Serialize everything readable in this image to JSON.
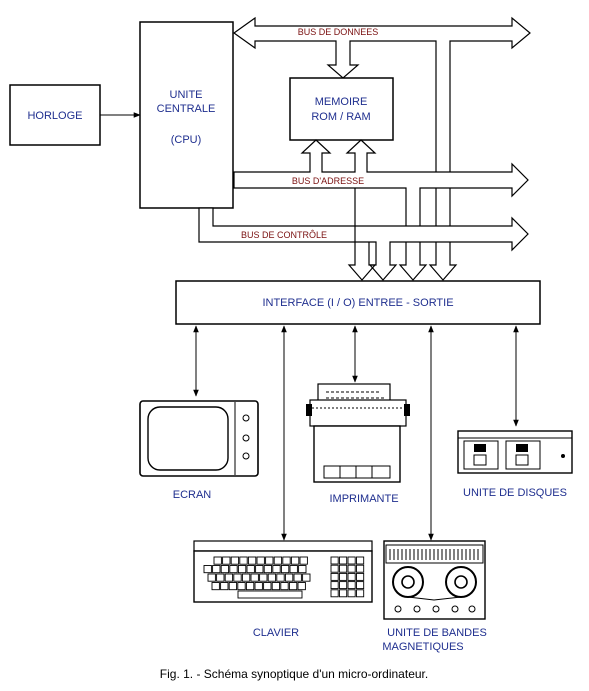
{
  "labels": {
    "horloge": "HORLOGE",
    "cpu_line1": "UNITE",
    "cpu_line2": "CENTRALE",
    "cpu_line3": "(CPU)",
    "memory_line1": "MEMOIRE",
    "memory_line2": "ROM / RAM",
    "bus_data": "BUS DE DONNEES",
    "bus_address": "BUS D'ADRESSE",
    "bus_control": "BUS DE CONTRÔLE",
    "interface": "INTERFACE (I / O) ENTREE - SORTIE",
    "screen": "ECRAN",
    "printer": "IMPRIMANTE",
    "disk_unit": "UNITE DE DISQUES",
    "keyboard": "CLAVIER",
    "tape_line1": "UNITE DE BANDES",
    "tape_line2": "MAGNETIQUES"
  },
  "caption": "Fig. 1. - Schéma synoptique d'un micro-ordinateur.",
  "colors": {
    "label_text": "#1f2f8f",
    "bus_text": "#7a1010",
    "lines": "#000000"
  }
}
